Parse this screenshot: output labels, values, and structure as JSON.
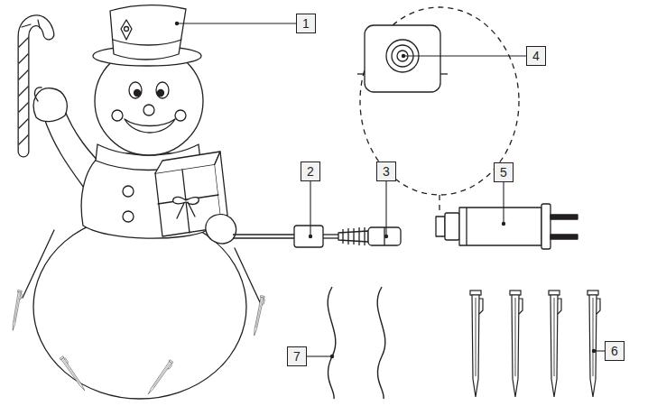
{
  "diagram": {
    "nodes": [
      {
        "text": [
          "1"
        ]
      },
      {
        "text": [
          "4"
        ]
      },
      {
        "text": [
          "2"
        ]
      },
      {
        "text": [
          "3"
        ]
      },
      {
        "text": [
          "5"
        ]
      },
      {
        "text": [
          "7"
        ]
      },
      {
        "text": [
          "6"
        ]
      }
    ]
  }
}
